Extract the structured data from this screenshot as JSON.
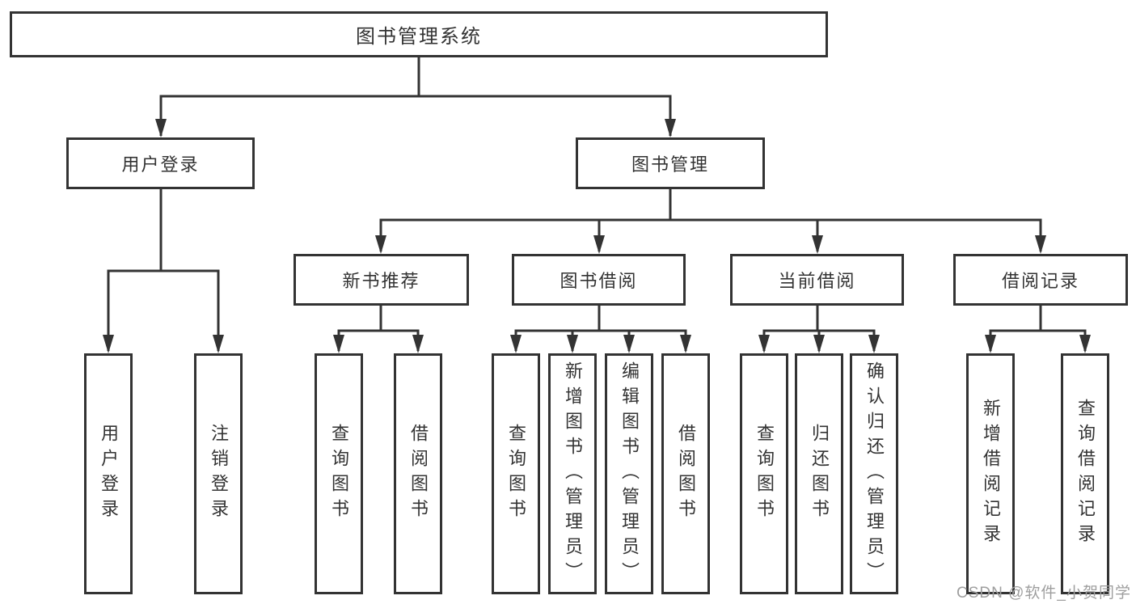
{
  "nodes": {
    "root": {
      "label": "图书管理系统"
    },
    "login": {
      "label": "用户登录",
      "children": [
        {
          "label": "用户登录"
        },
        {
          "label": "注销登录"
        }
      ]
    },
    "mgmt": {
      "label": "图书管理",
      "children": [
        {
          "label": "新书推荐",
          "children": [
            {
              "label": "查询图书"
            },
            {
              "label": "借阅图书"
            }
          ]
        },
        {
          "label": "图书借阅",
          "children": [
            {
              "label": "查询图书"
            },
            {
              "label": "新增图书（管理员）"
            },
            {
              "label": "编辑图书（管理员）"
            },
            {
              "label": "借阅图书"
            }
          ]
        },
        {
          "label": "当前借阅",
          "children": [
            {
              "label": "查询图书"
            },
            {
              "label": "归还图书"
            },
            {
              "label": "确认归还（管理员）"
            }
          ]
        },
        {
          "label": "借阅记录",
          "children": [
            {
              "label": "新增借阅记录"
            },
            {
              "label": "查询借阅记录"
            }
          ]
        }
      ]
    }
  },
  "watermark": {
    "text": "CSDN @软件_小贺同学"
  },
  "colors": {
    "line": "#333333",
    "box_border": "#333333",
    "text": "#333333",
    "watermark": "#9e9e9e",
    "background": "#ffffff"
  }
}
